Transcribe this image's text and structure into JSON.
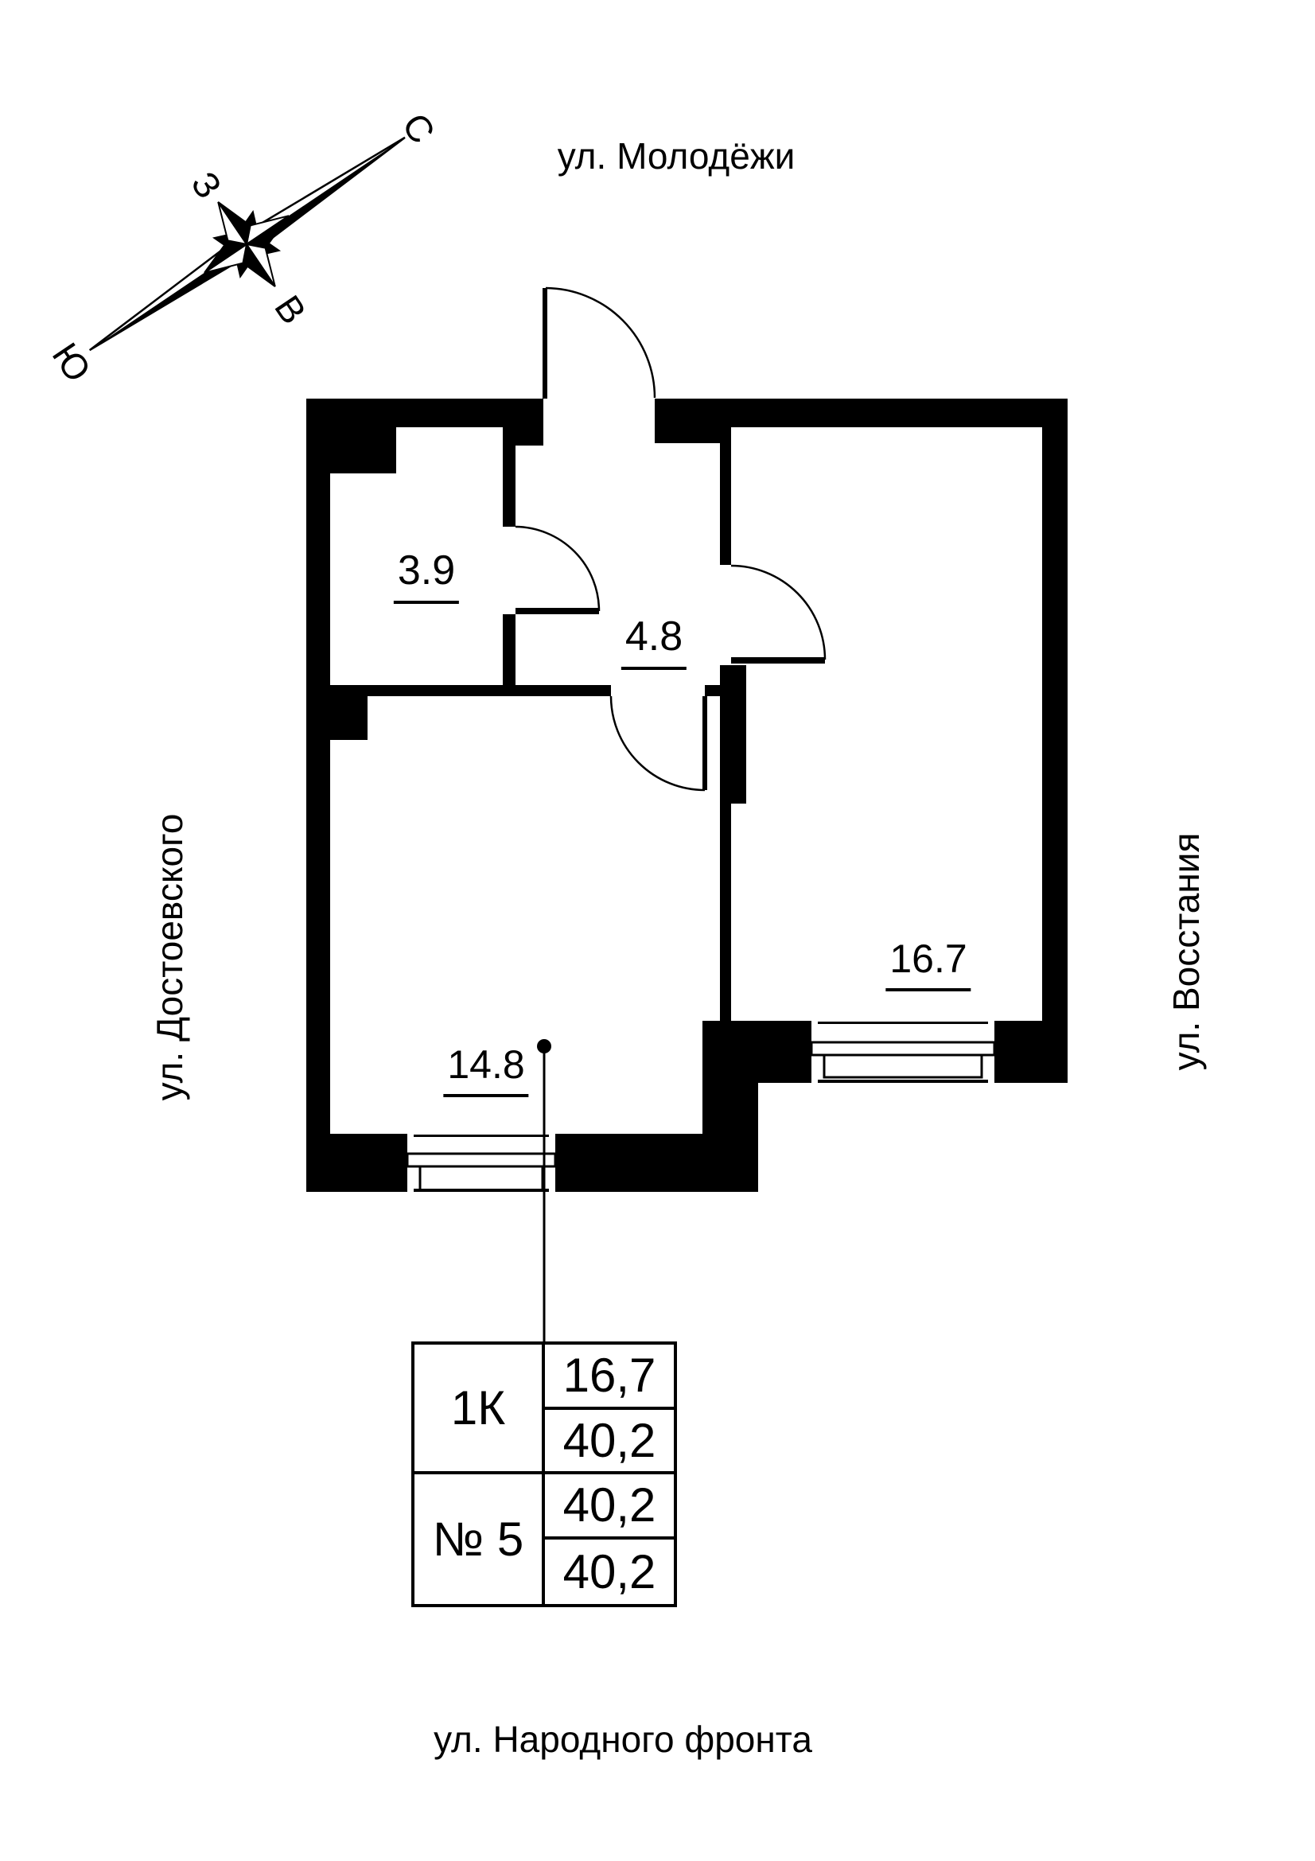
{
  "streets": {
    "top": "ул. Молодёжи",
    "left": "ул. Достоевского",
    "right": "ул. Восстания",
    "bottom": "ул. Народного фронта"
  },
  "compass": {
    "north": "С",
    "south": "Ю",
    "west": "З",
    "east": "В"
  },
  "rooms": [
    {
      "id": "wet-room",
      "area": "3.9"
    },
    {
      "id": "hallway",
      "area": "4.8"
    },
    {
      "id": "living-room",
      "area": "14.8"
    },
    {
      "id": "bedroom",
      "area": "16.7"
    }
  ],
  "info_table": {
    "left_rows": [
      "1К",
      "№ 5"
    ],
    "right_rows": [
      "16,7",
      "40,2",
      "40,2",
      "40,2"
    ]
  },
  "colors": {
    "ink": "#000000",
    "background": "#ffffff"
  }
}
